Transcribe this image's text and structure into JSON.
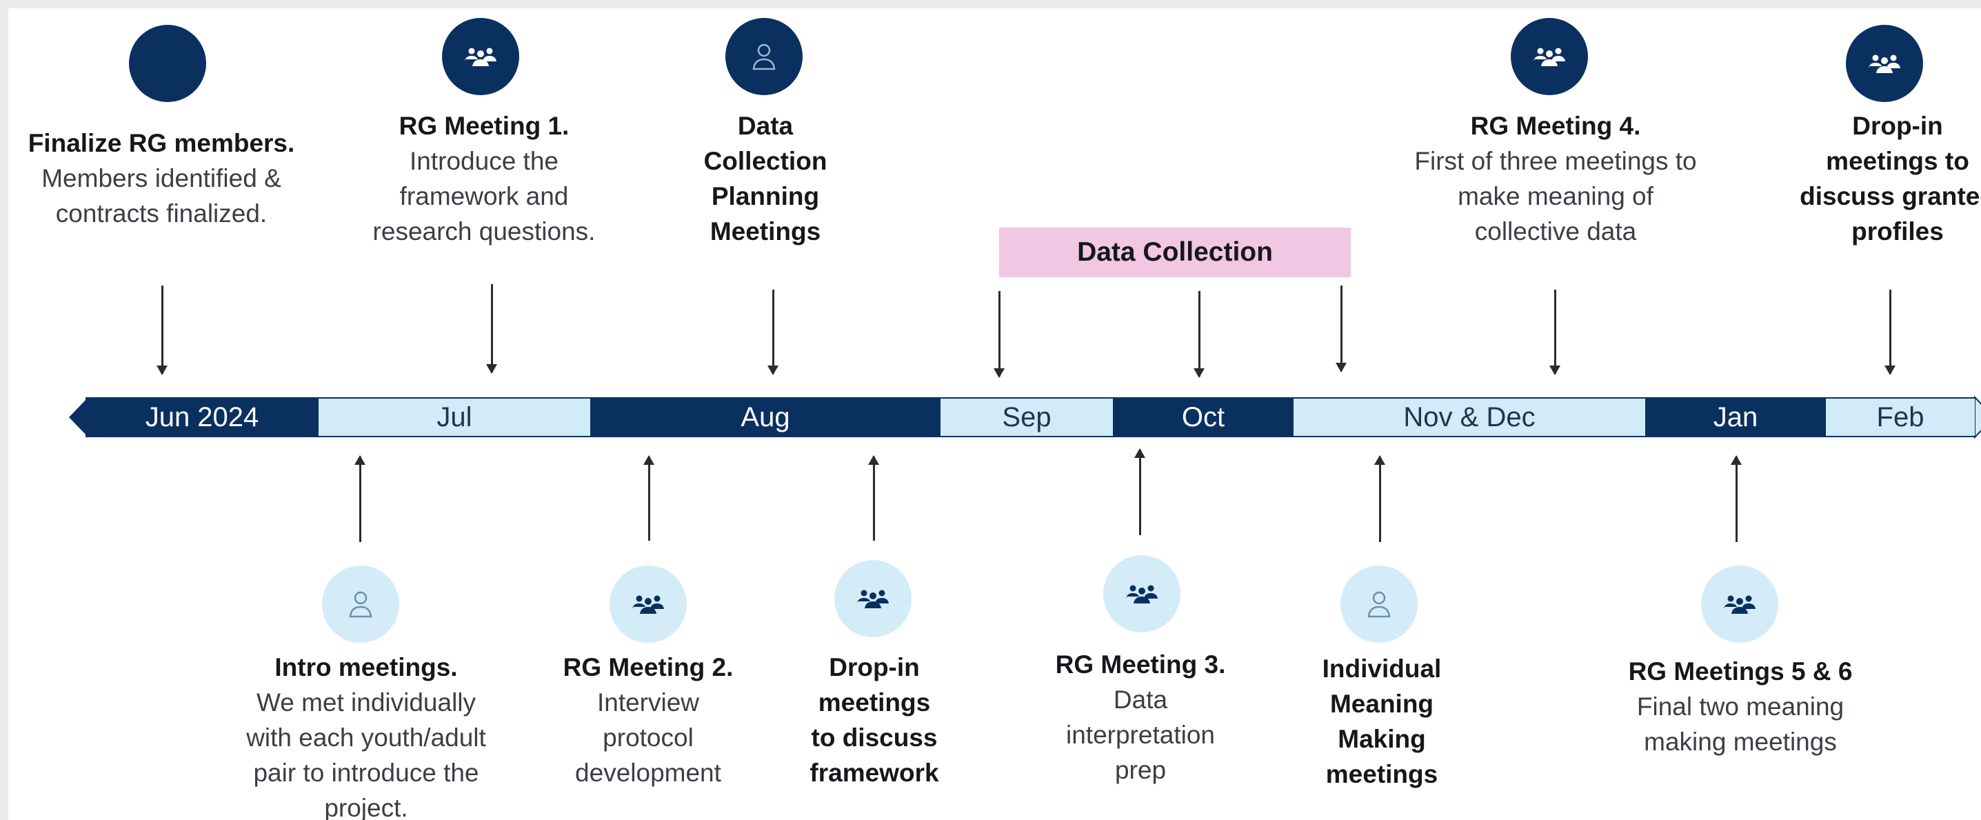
{
  "timeline": {
    "months": [
      "Jun 2024",
      "Jul",
      "Aug",
      "Sep",
      "Oct",
      "Nov & Dec",
      "Jan",
      "Feb"
    ]
  },
  "band": {
    "label": "Data Collection"
  },
  "top_events": [
    {
      "icon": "blank-circle-icon",
      "title": "Finalize RG members.",
      "body": [
        "Members identified &",
        "contracts finalized."
      ]
    },
    {
      "icon": "group-icon",
      "title": "RG Meeting 1.",
      "body": [
        "Introduce the",
        "framework and",
        "research questions."
      ]
    },
    {
      "icon": "person-icon",
      "title": "",
      "body": [
        "Data",
        "Collection",
        "Planning",
        "Meetings"
      ]
    },
    {
      "icon": "group-icon",
      "title": "RG Meeting 4.",
      "body": [
        "First of three meetings to",
        "make meaning of",
        "collective data"
      ]
    },
    {
      "icon": "group-icon",
      "title": "",
      "body": [
        "Drop-in",
        "meetings to",
        "discuss granted",
        "profiles"
      ]
    }
  ],
  "bottom_events": [
    {
      "icon": "person-icon",
      "title": "Intro meetings.",
      "body": [
        "We met individually",
        "with each youth/adult",
        "pair to introduce the",
        "project."
      ]
    },
    {
      "icon": "group-icon",
      "title": "RG Meeting 2.",
      "body": [
        "Interview",
        "protocol",
        "development"
      ]
    },
    {
      "icon": "group-icon",
      "title": "",
      "body": [
        "Drop-in",
        "meetings",
        "to discuss",
        "framework"
      ]
    },
    {
      "icon": "group-icon",
      "title": "RG Meeting 3.",
      "body": [
        "Data",
        "interpretation",
        "prep"
      ]
    },
    {
      "icon": "person-icon",
      "title": "",
      "body": [
        "Individual",
        "Meaning",
        "Making",
        "meetings"
      ]
    },
    {
      "icon": "group-icon",
      "title": "RG Meetings 5 & 6",
      "body": [
        "Final two meaning",
        "making meetings"
      ]
    }
  ],
  "colors": {
    "navy": "#0a3060",
    "light_blue": "#d2ebf8",
    "pink": "#f2c7e3"
  }
}
